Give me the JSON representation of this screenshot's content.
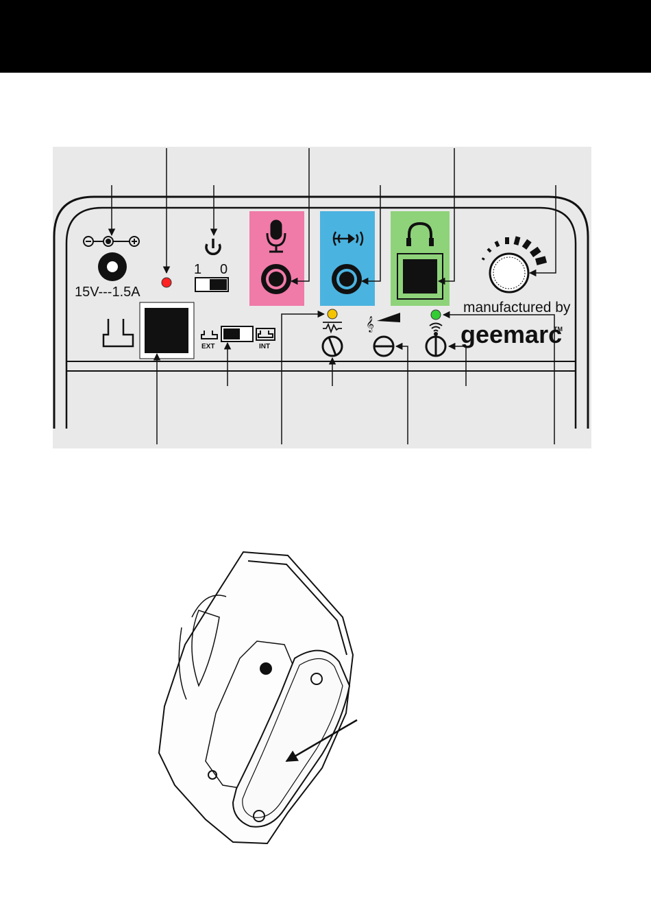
{
  "header_bar": {
    "color": "#000000"
  },
  "panel": {
    "power_rating_label": "15V---1.5A",
    "power_switch_on_label": "1",
    "power_switch_off_label": "0",
    "ext_label": "EXT",
    "int_label": "INT",
    "manufacturer_text": "manufactured by",
    "brand_logo_text": "geemarc",
    "trademark": "TM",
    "colors": {
      "mic_jack": "#f07aa8",
      "line_in_jack": "#4bb3e0",
      "headphone_jack": "#8ed37a",
      "power_led": "#ff2222",
      "amber_led": "#f5c400",
      "green_led": "#33cc33"
    },
    "icons": [
      "power-icon",
      "microphone-icon",
      "line-in-icon",
      "headphone-icon",
      "volume-knob-icon",
      "antenna-icon",
      "tone-icon",
      "loop-icon"
    ]
  },
  "lower_figure": {
    "description_icon": "device-underside-battery-cover",
    "arrow": "battery-cover-arrow"
  }
}
